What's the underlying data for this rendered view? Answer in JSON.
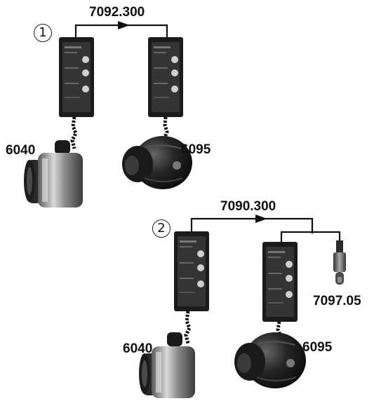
{
  "colors": {
    "controller_body": "#1b1b1b",
    "controller_panel": "#3a3a3a",
    "pump_dark": "#1e1e1e",
    "pump_chrome": "#9a9a9a",
    "line": "#111111"
  },
  "setup_1": {
    "step_number": "1",
    "link_cable_label": "7092.300",
    "pump_left_label": "6040",
    "pump_right_label": "6095"
  },
  "setup_2": {
    "step_number": "2",
    "link_cable_label": "7090.300",
    "sensor_label": "7097.05",
    "pump_left_label": "6040",
    "pump_right_label": "6095"
  }
}
